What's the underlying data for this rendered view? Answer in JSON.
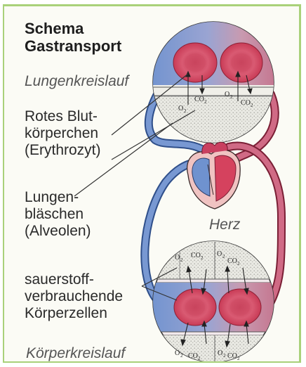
{
  "diagram": {
    "title_line1": "Schema",
    "title_line2": "Gastransport",
    "lung_circulation": "Lungenkreislauf",
    "red_blood_cells_line1": "Rotes Blut-",
    "red_blood_cells_line2": "körperchen",
    "red_blood_cells_line3": "(Erythrozyt)",
    "alveoli_line1": "Lungen-",
    "alveoli_line2": "bläschen",
    "alveoli_line3": "(Alveolen)",
    "heart": "Herz",
    "cells_line1": "sauerstoff-",
    "cells_line2": "verbrauchende",
    "cells_line3": "Körperzellen",
    "body_circulation": "Körperkreislauf",
    "o2": "O",
    "co2": "CO",
    "sub2": "2"
  },
  "colors": {
    "frame_border": "#a9d17a",
    "venous_blue": "#6f8fc9",
    "arterial_red": "#c85a76",
    "erythrocyte": "#d2475f"
  }
}
